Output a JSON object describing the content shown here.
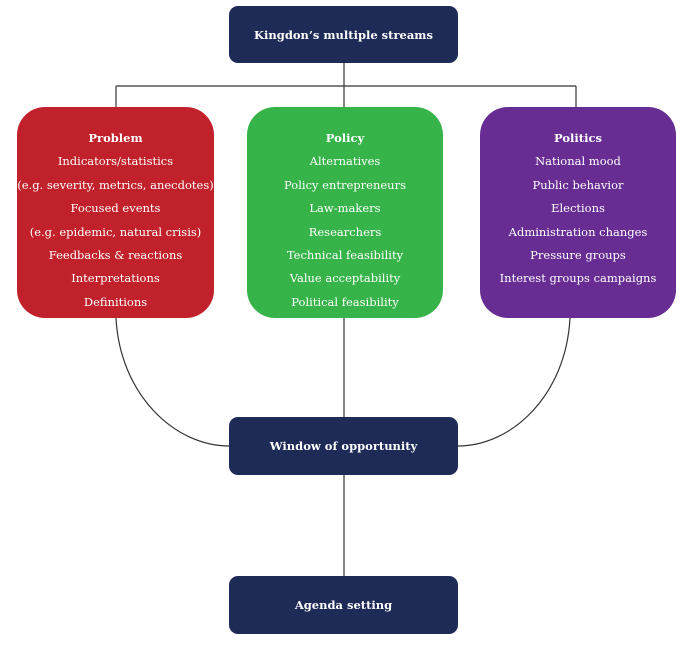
{
  "title": "Kingdon’s multiple streams",
  "streams": {
    "problem": {
      "heading": "Problem",
      "items": [
        "Indicators/statistics",
        "(e.g. severity, metrics, anecdotes)",
        "Focused events",
        "(e.g. epidemic, natural crisis)",
        "Feedbacks & reactions",
        "Interpretations",
        "Definitions"
      ],
      "color": "#c1212b"
    },
    "policy": {
      "heading": "Policy",
      "items": [
        "Alternatives",
        "Policy entrepreneurs",
        "Law-makers",
        "Researchers",
        "Technical feasibility",
        "Value acceptability",
        "Political feasibility"
      ],
      "color": "#36b44a"
    },
    "politics": {
      "heading": "Politics",
      "items": [
        "National mood",
        "Public behavior",
        "Elections",
        "Administration changes",
        "Pressure groups",
        "Interest groups campaigns"
      ],
      "color": "#682d93"
    }
  },
  "window": "Window of opportunity",
  "agenda": "Agenda setting",
  "colors": {
    "navy": "#1f2b57",
    "connector": "#333333"
  }
}
